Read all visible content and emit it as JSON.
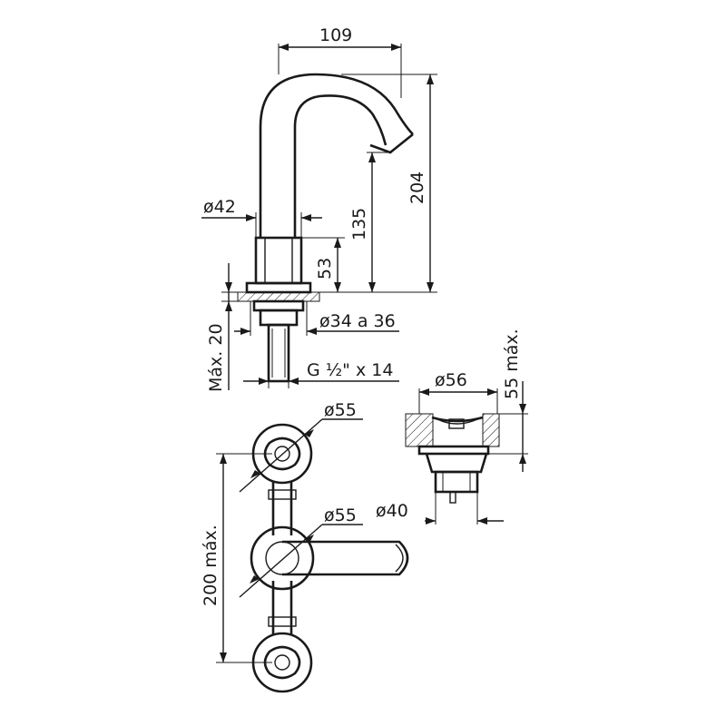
{
  "dimensions": {
    "spout_reach": "109",
    "total_height": "204",
    "spout_height": "135",
    "body_height": "53",
    "body_diameter": "ø42",
    "hole_diameter": "ø34 a 36",
    "max_deck_thickness": "Máx. 20",
    "thread": "G ½\" x 14",
    "handle_diameter_top": "ø55",
    "handle_diameter_mid": "ø55",
    "spread_max": "200 máx.",
    "drain_diameter": "ø56",
    "drain_height_max": "55 máx.",
    "drain_outlet_diameter": "ø40"
  }
}
